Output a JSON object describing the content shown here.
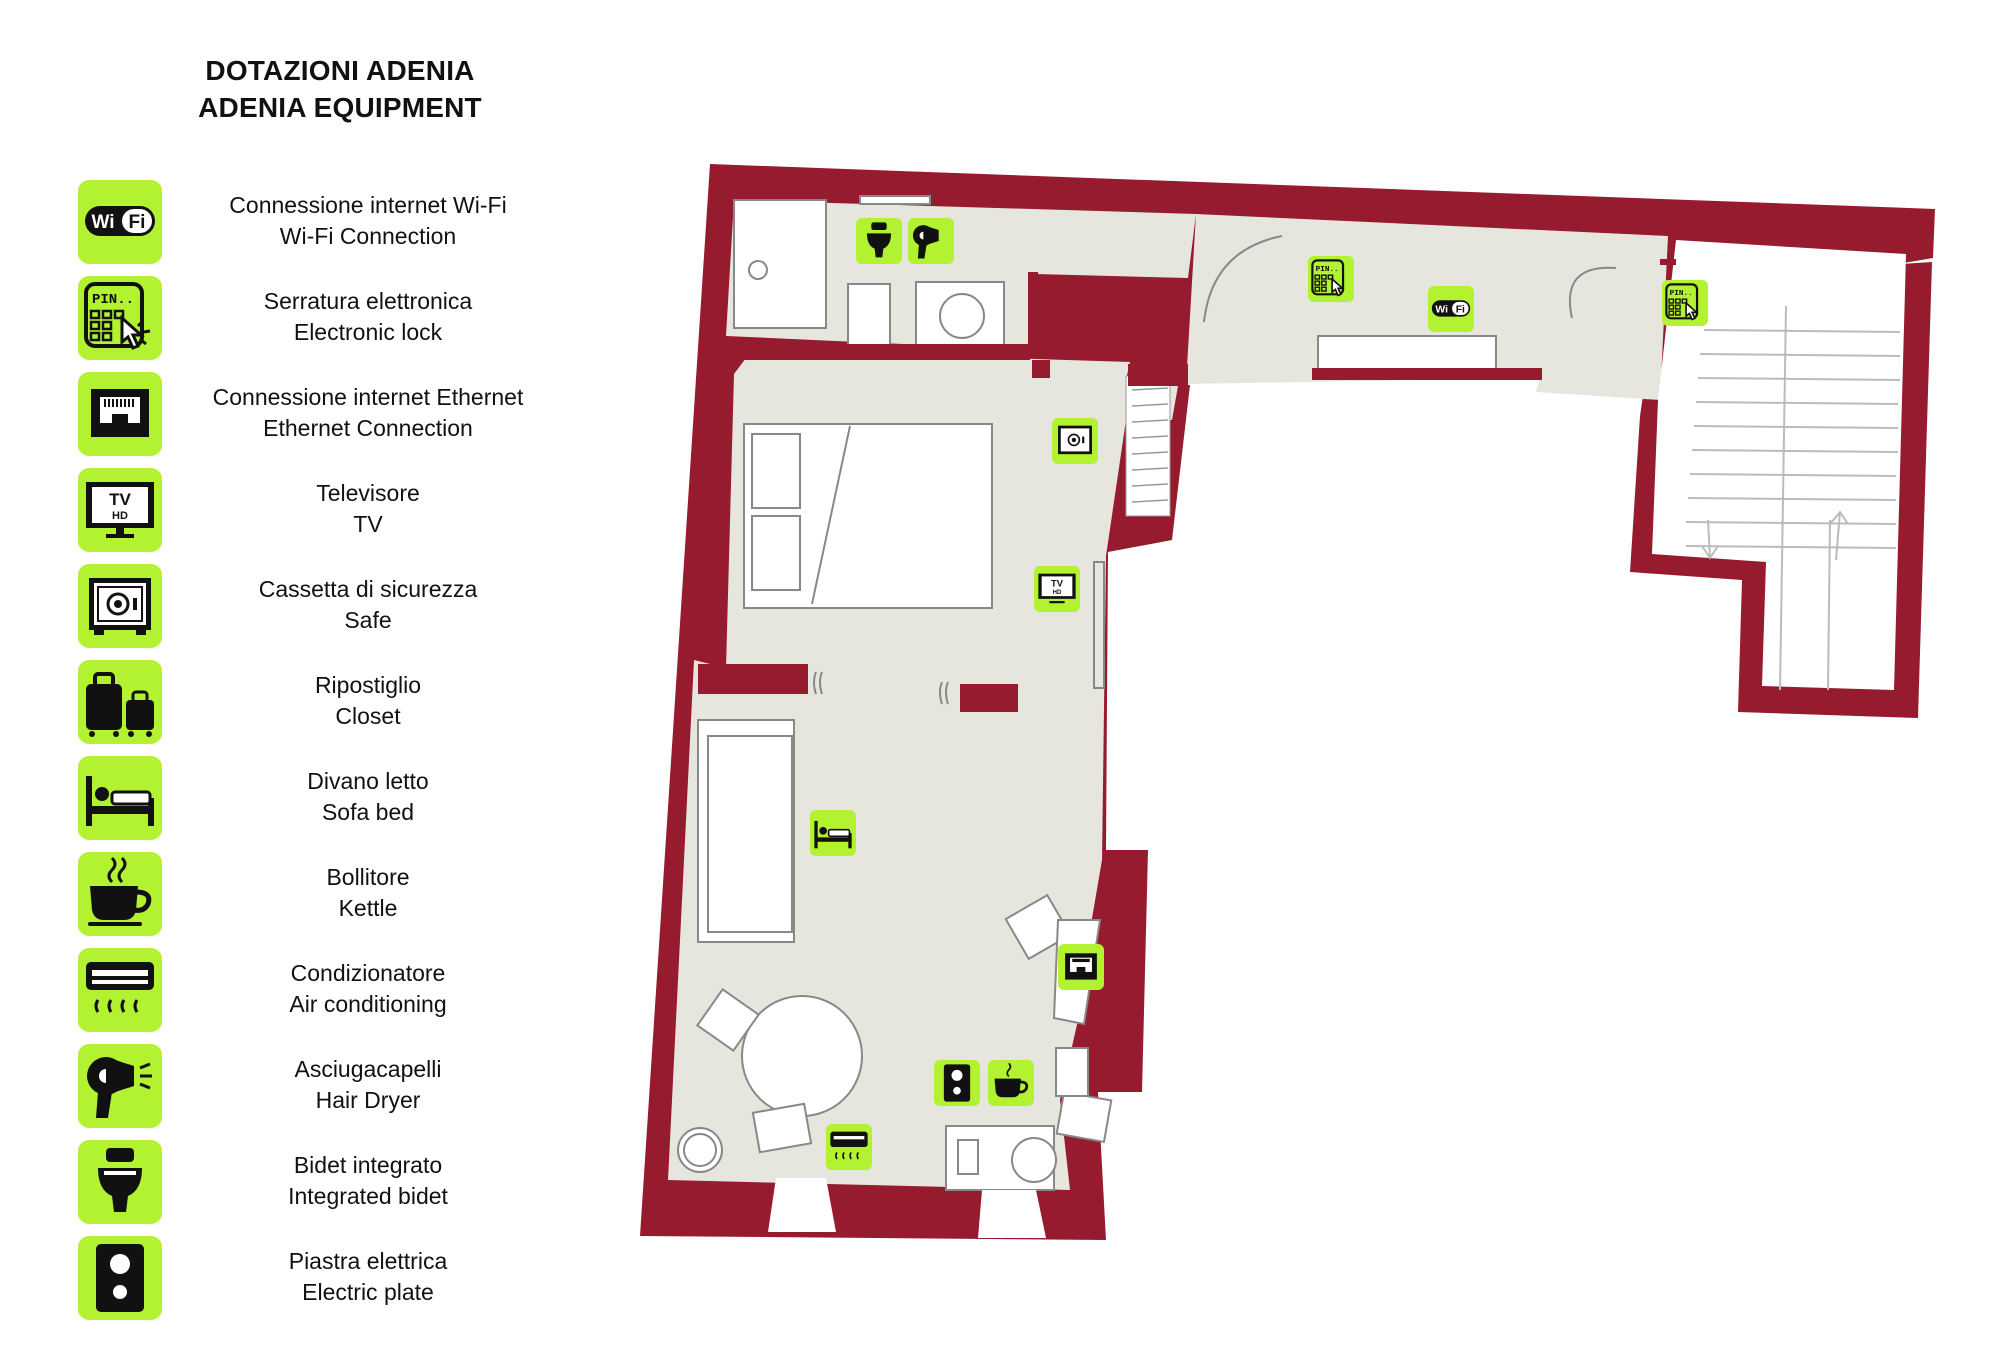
{
  "header": {
    "title_it": "DOTAZIONI ADENIA",
    "title_en": "ADENIA EQUIPMENT"
  },
  "colors": {
    "wall": "#971b2f",
    "floor": "#e6e6df",
    "icon_bg": "#b2f230",
    "icon_fg": "#111111"
  },
  "legend": [
    {
      "icon": "wifi-icon",
      "it": "Connessione internet Wi-Fi",
      "en": "Wi-Fi Connection"
    },
    {
      "icon": "pin-lock-icon",
      "it": "Serratura elettronica",
      "en": "Electronic lock"
    },
    {
      "icon": "ethernet-icon",
      "it": "Connessione internet Ethernet",
      "en": "Ethernet Connection"
    },
    {
      "icon": "tv-icon",
      "it": "Televisore",
      "en": "TV"
    },
    {
      "icon": "safe-icon",
      "it": "Cassetta di sicurezza",
      "en": "Safe"
    },
    {
      "icon": "luggage-icon",
      "it": "Ripostiglio",
      "en": "Closet"
    },
    {
      "icon": "bed-icon",
      "it": "Divano letto",
      "en": "Sofa bed"
    },
    {
      "icon": "kettle-icon",
      "it": "Bollitore",
      "en": "Kettle"
    },
    {
      "icon": "air-conditioner-icon",
      "it": "Condizionatore",
      "en": "Air conditioning"
    },
    {
      "icon": "hair-dryer-icon",
      "it": "Asciugacapelli",
      "en": "Hair Dryer"
    },
    {
      "icon": "toilet-icon",
      "it": "Bidet integrato",
      "en": "Integrated bidet"
    },
    {
      "icon": "hot-plate-icon",
      "it": "Piastra elettrica",
      "en": "Electric plate"
    }
  ],
  "icon_glyphs": {
    "wifi": "Wi Fi",
    "pin": "PIN..",
    "tv": "TV",
    "hd": "HD"
  },
  "plan_markers": [
    "toilet-icon",
    "hair-dryer-icon",
    "pin-lock-icon",
    "wifi-icon",
    "pin-lock-icon",
    "safe-icon",
    "tv-icon",
    "bed-icon",
    "ethernet-icon",
    "hot-plate-icon",
    "kettle-icon",
    "air-conditioner-icon"
  ]
}
